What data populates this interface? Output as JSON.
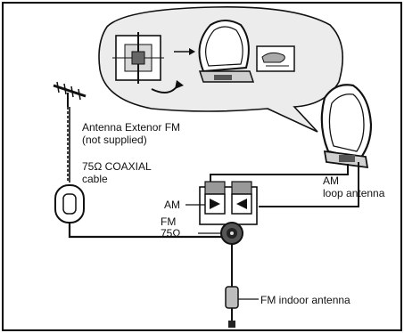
{
  "labels": {
    "antenna_extenor_fm_line1": "Antenna Extenor FM",
    "antenna_extenor_fm_line2": "(not supplied)",
    "coaxial_line1": "75Ω COAXIAL",
    "coaxial_line2": "cable",
    "am_terminal": "AM",
    "fm_terminal_line1": "FM",
    "fm_terminal_line2": "75Ω",
    "am_loop_line1": "AM",
    "am_loop_line2": "loop antenna",
    "fm_indoor": "FM indoor antenna"
  },
  "colors": {
    "line": "#111111",
    "fill_light": "#e6e6e6",
    "fill_mid": "#9a9a9a",
    "fill_dark": "#3a3a3a"
  }
}
